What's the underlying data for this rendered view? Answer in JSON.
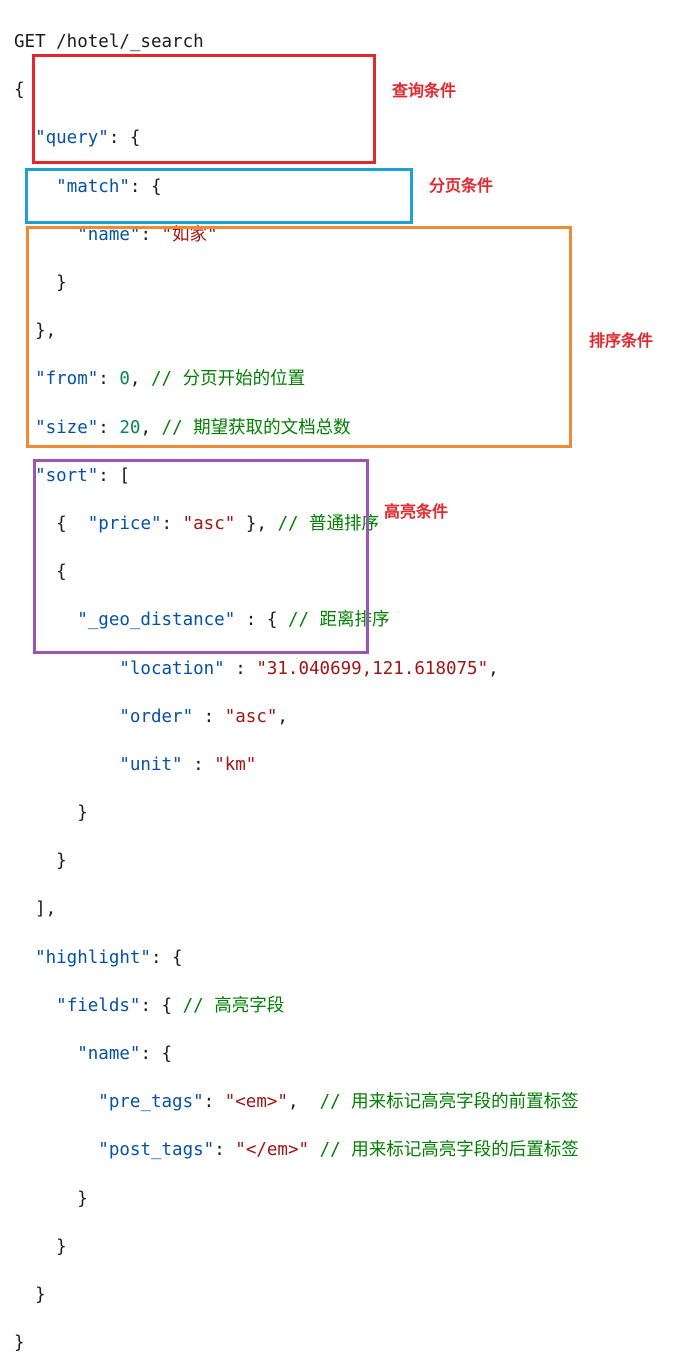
{
  "labels": {
    "query": "查询条件",
    "page": "分页条件",
    "sort": "排序条件",
    "highlight": "高亮条件"
  },
  "code": {
    "l1": "GET /hotel/_search",
    "l2": "{",
    "l3_key": "\"query\"",
    "l3_rest": ": {",
    "l4_key": "\"match\"",
    "l4_rest": ": {",
    "l5_key": "\"name\"",
    "l5_sep": ": ",
    "l5_val": "\"如家\"",
    "l6": "}",
    "l7": "},",
    "l8_key": "\"from\"",
    "l8_sep": ": ",
    "l8_val": "0",
    "l8_sep2": ", ",
    "l8_cmt": "// 分页开始的位置",
    "l9_key": "\"size\"",
    "l9_sep": ": ",
    "l9_val": "20",
    "l9_sep2": ", ",
    "l9_cmt": "// 期望获取的文档总数",
    "l10_key": "\"sort\"",
    "l10_rest": ": [",
    "l11_open": "{  ",
    "l11_key": "\"price\"",
    "l11_sep": ": ",
    "l11_val": "\"asc\"",
    "l11_close": " }, ",
    "l11_cmt": "// 普通排序",
    "l12": "{",
    "l13_key": "\"_geo_distance\"",
    "l13_rest": " : { ",
    "l13_cmt": "// 距离排序",
    "l14_key": "\"location\"",
    "l14_sep": " : ",
    "l14_val": "\"31.040699,121.618075\"",
    "l14_end": ",",
    "l15_key": "\"order\"",
    "l15_sep": " : ",
    "l15_val": "\"asc\"",
    "l15_end": ",",
    "l16_key": "\"unit\"",
    "l16_sep": " : ",
    "l16_val": "\"km\"",
    "l17": "}",
    "l18": "}",
    "l19": "],",
    "l20_key": "\"highlight\"",
    "l20_rest": ": {",
    "l21_key": "\"fields\"",
    "l21_rest": ": { ",
    "l21_cmt": "// 高亮字段",
    "l22_key": "\"name\"",
    "l22_rest": ": {",
    "l23_key": "\"pre_tags\"",
    "l23_sep": ": ",
    "l23_val": "\"<em>\"",
    "l23_end": ",  ",
    "l23_cmt": "// 用来标记高亮字段的前置标签",
    "l24_key": "\"post_tags\"",
    "l24_sep": ": ",
    "l24_val": "\"</em>\"",
    "l24_end": " ",
    "l24_cmt": "// 用来标记高亮字段的后置标签",
    "l25": "}",
    "l26": "}",
    "l27": "}",
    "l28": "}"
  }
}
